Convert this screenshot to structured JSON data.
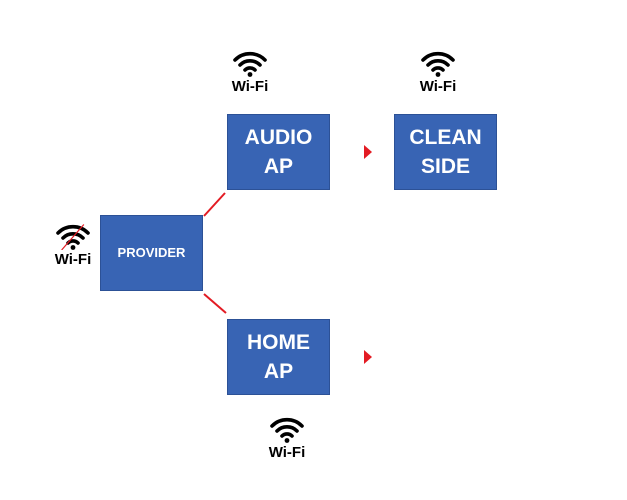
{
  "nodes": {
    "audio_ap": "AUDIO\nAP",
    "clean_side": "CLEAN\nSIDE",
    "provider": "PROVIDER",
    "home_ap": "HOME\nAP"
  },
  "wifi": {
    "audio_ap": "Wi-Fi",
    "clean_side": "Wi-Fi",
    "provider": "Wi-Fi",
    "home_ap": "Wi-Fi"
  },
  "colors": {
    "node_fill": "#3864b4",
    "connector": "#e31b23",
    "text_light": "#ffffff",
    "text_dark": "#000000"
  },
  "icons": {
    "wifi": "wifi-icon",
    "strike": "strike-through-line",
    "arrow": "arrow-right-icon"
  }
}
